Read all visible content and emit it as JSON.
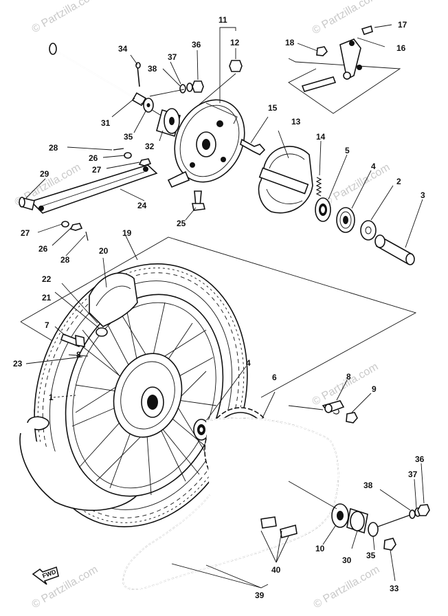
{
  "watermark": "© Partzilla.com",
  "fwd_badge": "FWD",
  "callouts": {
    "n1": "1",
    "n2": "2",
    "n3": "3",
    "n4a": "4",
    "n4b": "4",
    "n5": "5",
    "n6": "6",
    "n7": "7",
    "n8a": "8",
    "n8b": "8",
    "n9": "9",
    "n10": "10",
    "n11": "11",
    "n12": "12",
    "n13": "13",
    "n14": "14",
    "n15": "15",
    "n16": "16",
    "n17": "17",
    "n18": "18",
    "n19": "19",
    "n20": "20",
    "n21": "21",
    "n22": "22",
    "n23": "23",
    "n24": "24",
    "n25": "25",
    "n26a": "26",
    "n26b": "26",
    "n27a": "27",
    "n27b": "27",
    "n28a": "28",
    "n28b": "28",
    "n29": "29",
    "n30": "30",
    "n31": "31",
    "n32": "32",
    "n33": "33",
    "n34": "34",
    "n35a": "35",
    "n35b": "35",
    "n36a": "36",
    "n36b": "36",
    "n37a": "37",
    "n37b": "37",
    "n38a": "38",
    "n38b": "38",
    "n39": "39",
    "n40": "40"
  }
}
